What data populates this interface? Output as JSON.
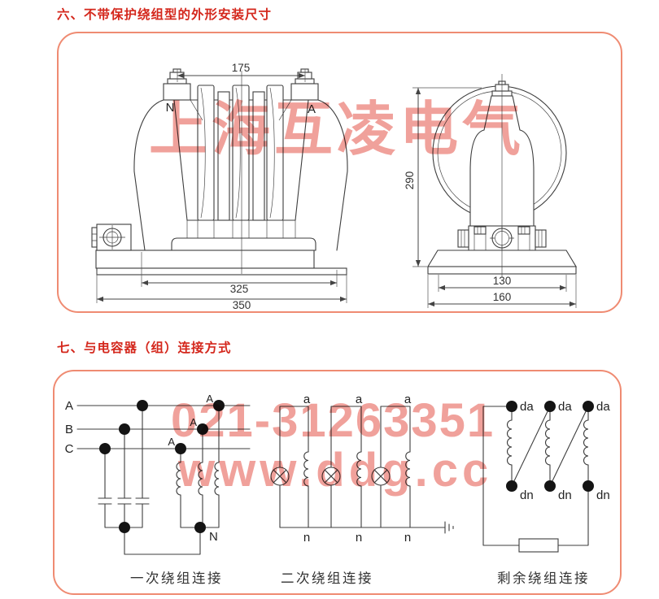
{
  "titles": {
    "section6": "六、不带保护绕组型的外形安装尺寸",
    "section7": "七、与电容器（组）连接方式"
  },
  "watermarks": {
    "company": "上海互凌电气",
    "phone": "021-31263351",
    "website": "www.ddg.cc"
  },
  "outline": {
    "front_view": {
      "terminal_left": "N",
      "terminal_right": "A",
      "dim_top": "175",
      "dim_inner": "325",
      "dim_outer": "350"
    },
    "side_view": {
      "dim_height": "290",
      "dim_inner": "130",
      "dim_outer": "160"
    }
  },
  "diagrams": {
    "primary": {
      "caption": "一次绕组连接",
      "phases": [
        "A",
        "B",
        "C"
      ],
      "terminal_labels": [
        "A",
        "A",
        "A"
      ],
      "neutral": "N"
    },
    "secondary": {
      "caption": "二次绕组连接",
      "top_labels": [
        "a",
        "a",
        "a"
      ],
      "bottom_labels": [
        "n",
        "n",
        "n"
      ]
    },
    "residual": {
      "caption": "剩余绕组连接",
      "top_labels": [
        "da",
        "da",
        "da"
      ],
      "bottom_labels": [
        "dn",
        "dn",
        "dn"
      ]
    }
  },
  "colors": {
    "accent_red": "#d4271c",
    "panel_border": "#ef8b72",
    "watermark_pink": "#f0a19b",
    "line_dark": "#3d3d3d",
    "caption_gray": "#333333"
  }
}
